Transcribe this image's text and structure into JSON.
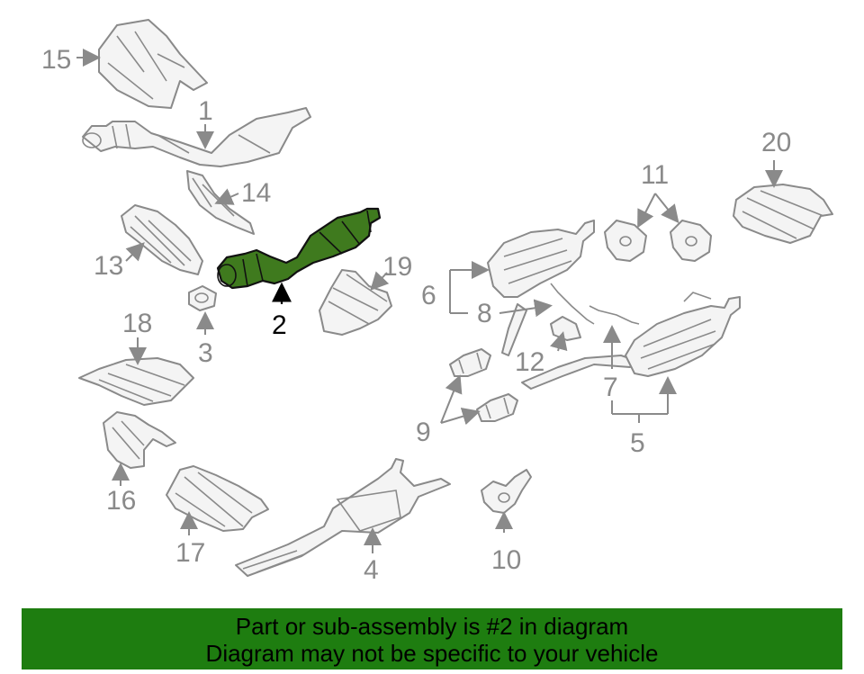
{
  "diagram": {
    "highlighted_part": "2",
    "callouts": [
      "1",
      "2",
      "3",
      "4",
      "5",
      "6",
      "7",
      "8",
      "9",
      "10",
      "11",
      "12",
      "13",
      "14",
      "15",
      "16",
      "17",
      "18",
      "19",
      "20"
    ]
  },
  "banner": {
    "line1": "Part or sub-assembly is #2 in diagram",
    "line2": "Diagram may not be specific to your vehicle",
    "color": "#1e7d10"
  },
  "colors": {
    "highlight_part": "#3f7a1e",
    "outline": "#8a8a8a"
  }
}
